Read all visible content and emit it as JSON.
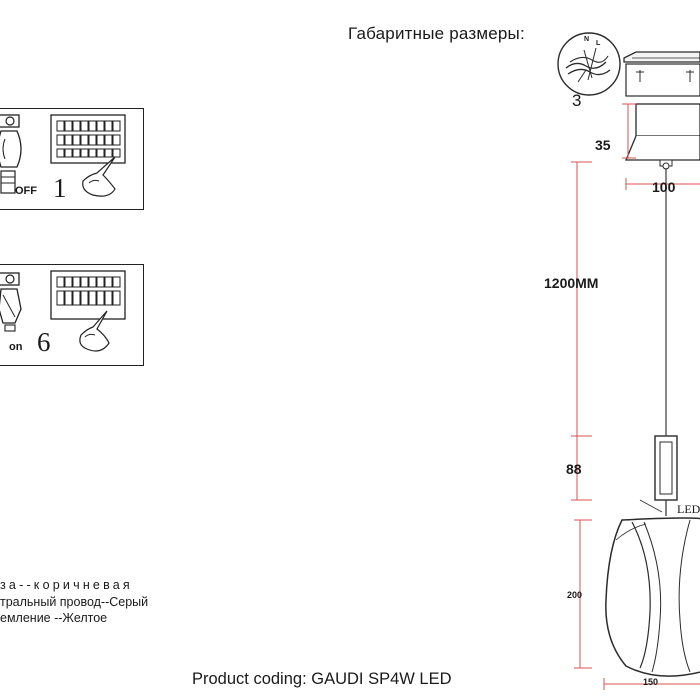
{
  "page": {
    "title": "Габаритные размеры:",
    "footer": "Product coding: GAUDI SP4W LED"
  },
  "steps": [
    {
      "switch_label": "OFF",
      "number": "1"
    },
    {
      "switch_label": "on",
      "number": "6"
    }
  ],
  "wiring": {
    "lines": [
      "за--коричневая",
      "тральный провод--Серый",
      "емление --Желтое"
    ]
  },
  "drawing": {
    "callout_number": "3",
    "callout_letters": [
      "N",
      "L"
    ],
    "dimensions": {
      "canopy_height": "35",
      "canopy_width": "100",
      "cable_length": "1200MM",
      "holder_height": "88",
      "shade_height": "200",
      "shade_width": "150",
      "led": "LED"
    },
    "colors": {
      "dimension_line": "#d9534f",
      "outline": "#2b2b2b",
      "cable": "#555555"
    }
  }
}
